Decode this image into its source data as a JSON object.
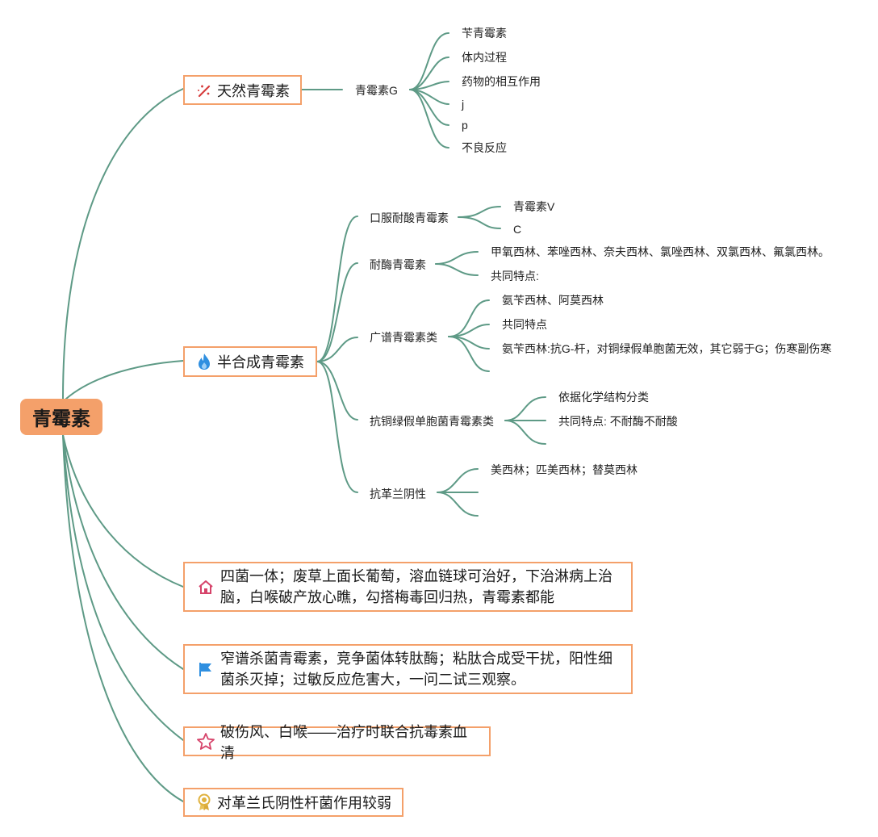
{
  "root": {
    "label": "青霉素"
  },
  "branches": {
    "natural": {
      "label": "天然青霉素",
      "icon": "sparkle-icon",
      "child": "青霉素G",
      "leaves": [
        "苄青霉素",
        "体内过程",
        "药物的相互作用",
        "j",
        "p",
        "不良反应"
      ]
    },
    "semi": {
      "label": "半合成青霉素",
      "icon": "flame-icon",
      "groups": [
        {
          "label": "口服耐酸青霉素",
          "leaves": [
            "青霉素V",
            "C"
          ]
        },
        {
          "label": "耐酶青霉素",
          "leaves": [
            "甲氧西林、苯唑西林、奈夫西林、氯唑西林、双氯西林、氟氯西林。",
            "共同特点:"
          ]
        },
        {
          "label": "广谱青霉素类",
          "leaves": [
            "氨苄西林、阿莫西林",
            "共同特点",
            "氨苄西林:抗G-杆，对铜绿假单胞菌无效，其它弱于G；伤寒副伤寒",
            ""
          ]
        },
        {
          "label": "抗铜绿假单胞菌青霉素类",
          "leaves": [
            "依据化学结构分类",
            "共同特点: 不耐酶不耐酸",
            ""
          ]
        },
        {
          "label": "抗革兰阴性",
          "leaves": [
            "美西林；匹美西林；替莫西林",
            "",
            ""
          ]
        }
      ]
    },
    "mnemonic1": {
      "icon": "house-icon",
      "line1": "四菌一体；废草上面长葡萄，溶血链球可治好，下治淋病上治",
      "line2": "脑，白喉破产放心瞧，勾搭梅毒回归热，青霉素都能"
    },
    "mnemonic2": {
      "icon": "flag-icon",
      "line1": "窄谱杀菌青霉素，竞争菌体转肽酶；粘肽合成受干扰，阳性细",
      "line2": "菌杀灭掉；过敏反应危害大，一问二试三观察。"
    },
    "tetanus": {
      "icon": "star-icon",
      "label": "破伤风、白喉——治疗时联合抗毒素血清"
    },
    "gramneg": {
      "icon": "ribbon-icon",
      "label": "对革兰氏阴性杆菌作用较弱"
    }
  },
  "colors": {
    "line": "#5E9A86",
    "accent": "#F4A06A"
  }
}
